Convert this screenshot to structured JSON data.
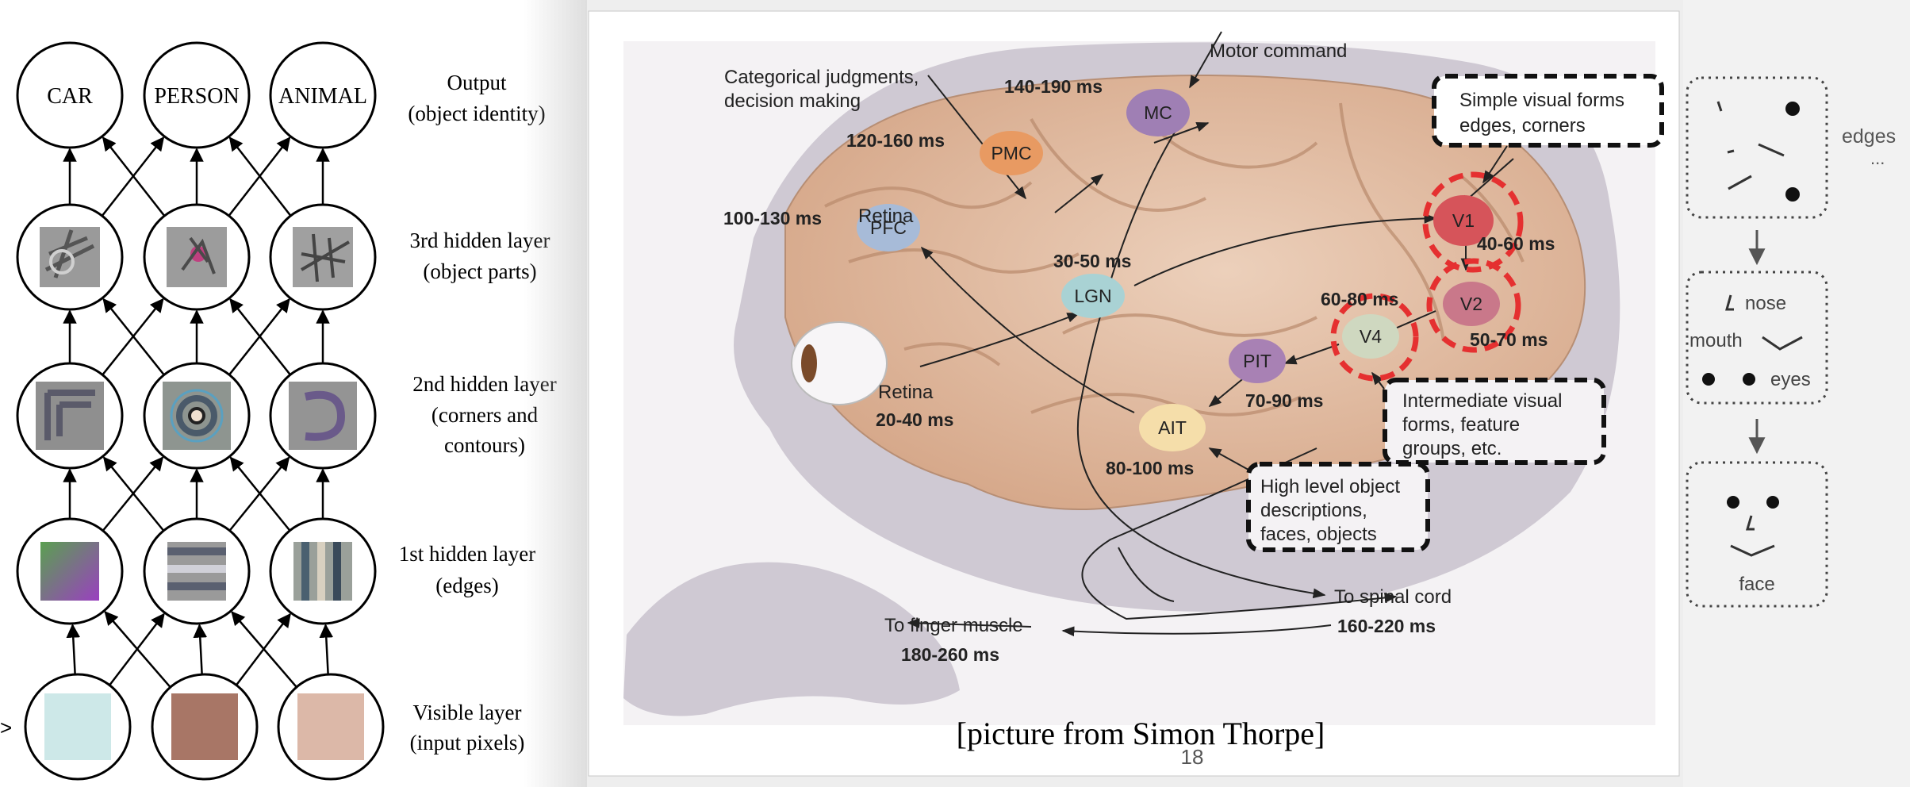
{
  "network": {
    "output_nodes": [
      "CAR",
      "PERSON",
      "ANIMAL"
    ],
    "layers": [
      {
        "name": "Output",
        "desc": "(object identity)"
      },
      {
        "name": "3rd hidden layer",
        "desc": "(object parts)"
      },
      {
        "name": "2nd hidden layer",
        "desc_lines": [
          "(corners and",
          "contours)"
        ]
      },
      {
        "name": "1st hidden layer",
        "desc": "(edges)"
      },
      {
        "name": "Visible layer",
        "desc": "(input pixels)"
      }
    ],
    "input_colors": [
      "#cde8e8",
      "#a87666",
      "#dcb8a8"
    ]
  },
  "brain": {
    "regions": {
      "mc": "MC",
      "pmc": "PMC",
      "pfc": "PFC",
      "lgn": "LGN",
      "v1": "V1",
      "v2": "V2",
      "v4": "V4",
      "pit": "PIT",
      "ait": "AIT"
    },
    "labels": {
      "motor_command": "Motor command",
      "categorical_1": "Categorical judgments,",
      "categorical_2": "decision making",
      "t_140_190": "140-190 ms",
      "t_120_160": "120-160 ms",
      "t_100_130": "100-130 ms",
      "t_30_50": "30-50 ms",
      "t_40_60": "40-60 ms",
      "t_60_80": "60-80 ms",
      "t_50_70": "50-70 ms",
      "t_70_90": "70-90 ms",
      "t_80_100": "80-100 ms",
      "retina": "Retina",
      "t_20_40": "20-40 ms",
      "spinal": "To spinal cord",
      "t_160_220": "160-220 ms",
      "finger": "To finger muscle",
      "t_180_260": "180-260 ms"
    },
    "boxes": {
      "simple_1": "Simple visual forms",
      "simple_2": "edges, corners",
      "intermediate_1": "Intermediate visual",
      "intermediate_2": "forms, feature",
      "intermediate_3": "groups, etc.",
      "high_1": "High level object",
      "high_2": "descriptions,",
      "high_3": "faces, objects"
    },
    "caption": "[picture from Simon Thorpe]",
    "page_number": "18"
  },
  "features": {
    "edges_label": "edges",
    "edges_ellipsis": "...",
    "nose": "nose",
    "mouth": "mouth",
    "eyes": "eyes",
    "face": "face"
  },
  "colors": {
    "brain": "#e7c3aa",
    "monkey": "#cfc9d3",
    "dashed_red": "#e53030",
    "dashed_black": "#111111"
  }
}
